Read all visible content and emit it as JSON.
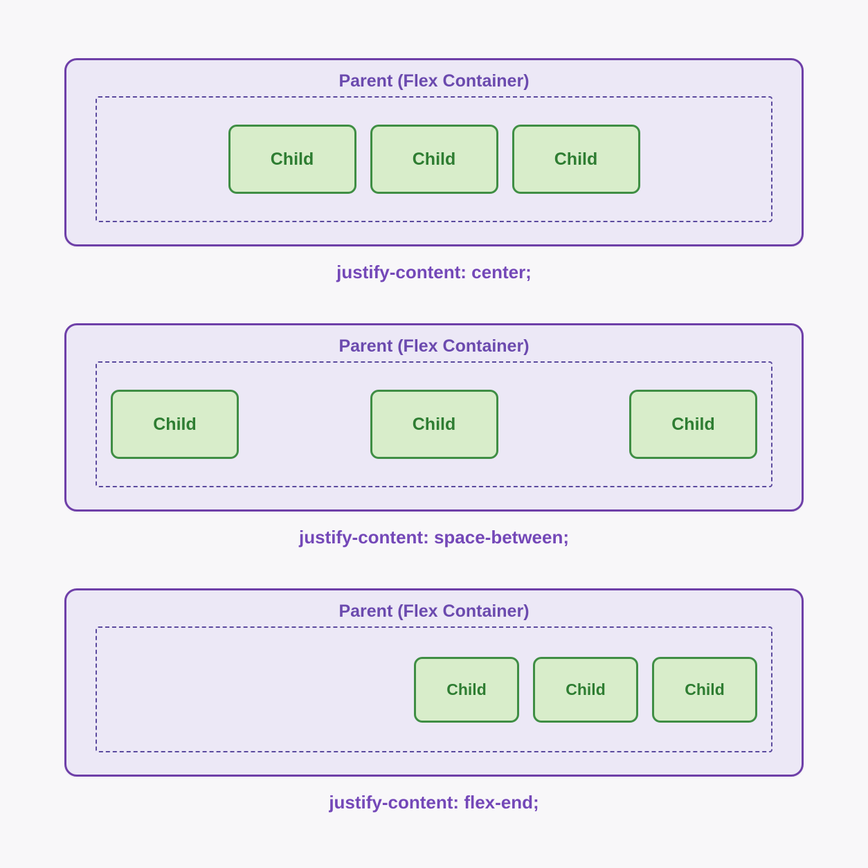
{
  "colors": {
    "page_background": "#f8f7f9",
    "container_background": "#ece8f6",
    "container_border": "#6e3fa8",
    "dashed_border": "#5b4a9e",
    "title_text": "#6b4aae",
    "caption_text": "#7448b8",
    "child_background": "#d8edca",
    "child_border": "#3f8e44",
    "child_text": "#2e7d32"
  },
  "sections": [
    {
      "title": "Parent (Flex Container)",
      "caption": "justify-content: center;",
      "justify": "center",
      "children": [
        "Child",
        "Child",
        "Child"
      ]
    },
    {
      "title": "Parent (Flex Container)",
      "caption": "justify-content: space-between;",
      "justify": "space-between",
      "children": [
        "Child",
        "Child",
        "Child"
      ]
    },
    {
      "title": "Parent (Flex Container)",
      "caption": "justify-content: flex-end;",
      "justify": "flex-end",
      "children": [
        "Child",
        "Child",
        "Child"
      ]
    }
  ]
}
